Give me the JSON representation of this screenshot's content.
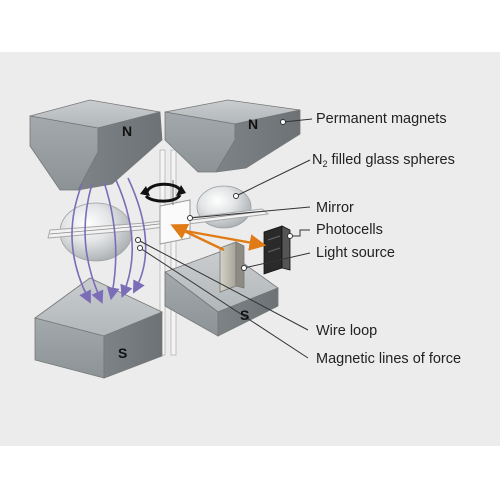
{
  "labels": {
    "permanent_magnets": "Permanent magnets",
    "n2_prefix": "N",
    "n2_subscript": "2",
    "n2_suffix": " filled glass spheres",
    "mirror": "Mirror",
    "photocells": "Photocells",
    "light_source": "Light source",
    "wire_loop": "Wire loop",
    "magnetic_lines": "Magnetic lines of force"
  },
  "poles": {
    "north_left": "N",
    "north_right": "N",
    "south_left": "S",
    "south_right": "S"
  },
  "colors": {
    "background_panel": "#ececec",
    "magnet_body": "#9aa1a4",
    "field_lines": "#7b6db8",
    "light_beam": "#e07b16",
    "leader_lines": "#333333"
  },
  "icons": {
    "rotation": "rotation-arrow-icon"
  }
}
